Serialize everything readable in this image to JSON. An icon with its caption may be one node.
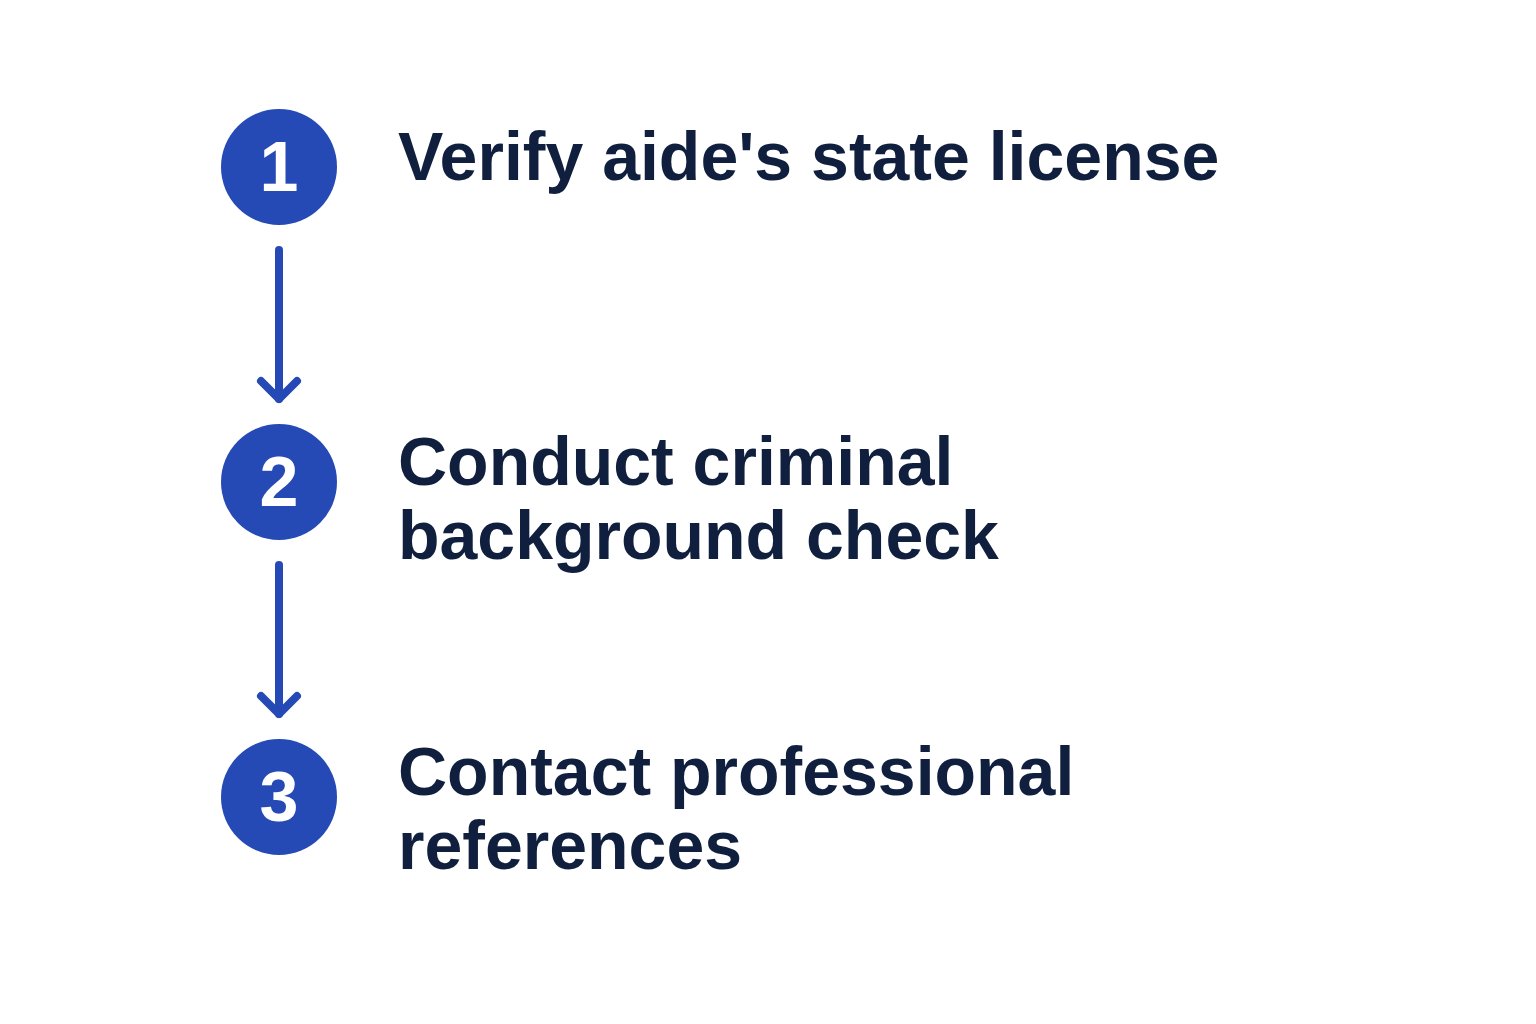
{
  "diagram": {
    "nodes": [
      {
        "text": [
          "1"
        ],
        "beside": [
          "Verify aide's state license"
        ]
      },
      {
        "text": [
          "2"
        ],
        "beside": [
          "Conduct criminal background check"
        ]
      },
      {
        "text": [
          "3"
        ],
        "beside": [
          "Contact professional references"
        ]
      }
    ],
    "edges": [
      {
        "from": 0,
        "to": 1,
        "arrow": "to"
      },
      {
        "from": 1,
        "to": 2,
        "arrow": "to"
      }
    ]
  }
}
